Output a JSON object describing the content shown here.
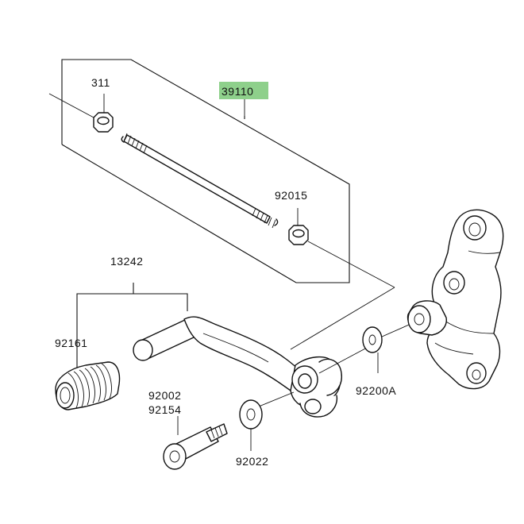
{
  "diagram": {
    "highlight_color": "#8ed08b",
    "labels": {
      "p311": "311",
      "p39110": "39110",
      "p92015": "92015",
      "p13242": "13242",
      "p92161": "92161",
      "p92002": "92002",
      "p92154": "92154",
      "p92022": "92022",
      "p92200a": "92200A"
    }
  }
}
